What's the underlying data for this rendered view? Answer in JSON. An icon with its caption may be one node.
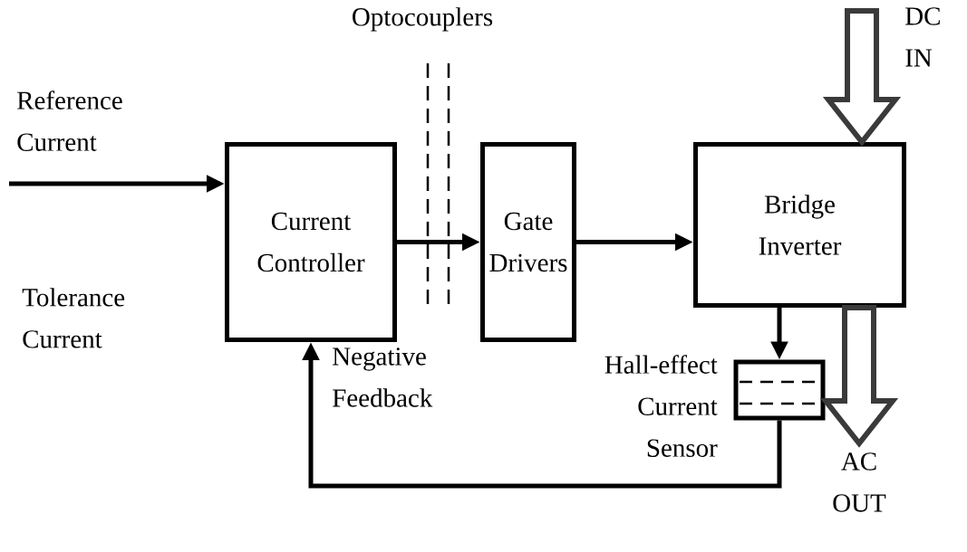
{
  "diagram": {
    "nodes": [
      {
        "text": [
          "Current Controller"
        ]
      },
      {
        "text": [
          "Gate Drivers"
        ]
      },
      {
        "text": [
          "Bridge Inverter"
        ]
      },
      {
        "text": [
          "Hall-effect Current Sensor"
        ]
      }
    ],
    "edges": [
      {
        "from": null,
        "to": 0,
        "arrow": "to",
        "label": "Reference Current"
      },
      {
        "from": 0,
        "to": 1,
        "arrow": "to"
      },
      {
        "from": 1,
        "to": 2,
        "arrow": "to"
      },
      {
        "from": 2,
        "to": 3,
        "arrow": "to"
      },
      {
        "from": 3,
        "to": 0,
        "arrow": "to",
        "label": "Negative Feedback"
      },
      {
        "from": null,
        "to": 2,
        "arrow": "to",
        "label": "DC IN",
        "style": "thick",
        "color": "#3a3a3a"
      },
      {
        "from": 2,
        "to": null,
        "arrow": "to",
        "label": "AC OUT",
        "style": "thick",
        "color": "#3a3a3a"
      }
    ],
    "labels": [
      "Optocouplers",
      "Tolerance Current"
    ]
  }
}
